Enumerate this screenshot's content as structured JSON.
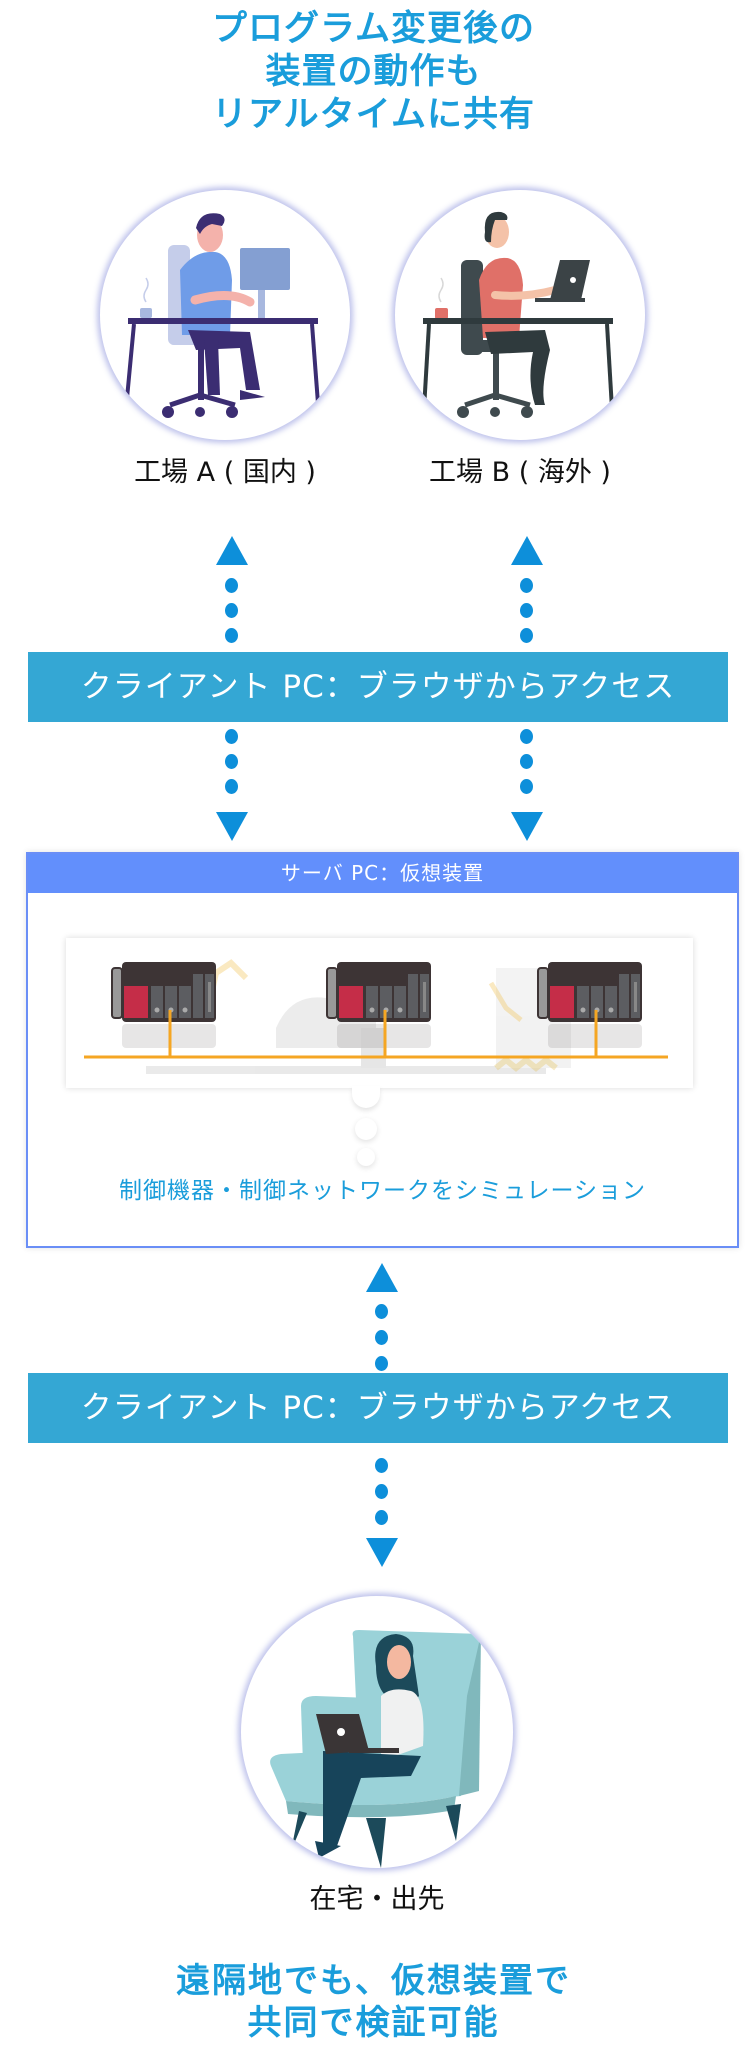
{
  "headline": {
    "lines": [
      "プログラム変更後の",
      "装置の動作も",
      "リアルタイムに共有"
    ]
  },
  "sites": [
    {
      "label": "工場 A ( 国内 )",
      "illustration": "man-at-desktop-computer"
    },
    {
      "label": "工場 B ( 海外 )",
      "illustration": "woman-at-laptop"
    }
  ],
  "client_bars": [
    {
      "label": "クライアント PC：ブラウザからアクセス"
    },
    {
      "label": "クライアント PC：ブラウザからアクセス"
    }
  ],
  "server": {
    "title": "サーバ PC：仮想装置",
    "caption": "制御機器・制御ネットワークをシミュレーション",
    "illustration": "plc-controllers-on-network-line"
  },
  "remote": {
    "label": "在宅・出先",
    "illustration": "woman-in-armchair-with-laptop"
  },
  "footer": {
    "lines": [
      "遠隔地でも、仮想装置で",
      "共同で検証可能"
    ]
  },
  "colors": {
    "accent_text": "#1a9ddb",
    "arrow": "#0d8fda",
    "client_bar": "#34a7d4",
    "server_header": "#628ffc",
    "network_line": "#f5a623",
    "plc_red": "#c52d48"
  }
}
